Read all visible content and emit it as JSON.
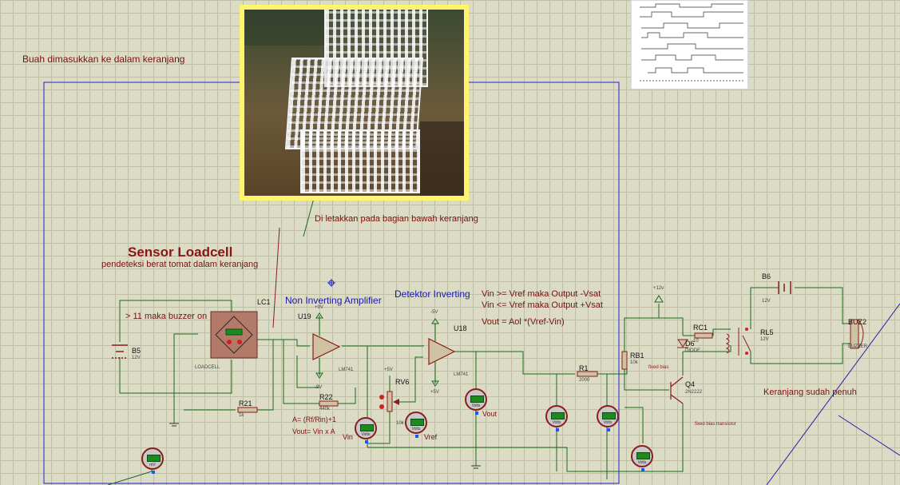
{
  "annotations": {
    "basket_note": "Buah dimasukkan ke dalam keranjang",
    "placement_note": "Di letakkan pada bagian bawah keranjang",
    "sensor_title": "Sensor Loadcell",
    "sensor_subtitle": "pendeteksi berat tomat dalam keranjang",
    "buzzer_threshold": "> 11 maka buzzer on",
    "noninv_title": "Non Inverting Amplifier",
    "detector_title": "Detektor Inverting",
    "comparator_rule1": "Vin >= Vref maka Output -Vsat",
    "comparator_rule2": "Vin <= Vref  maka Output +Vsat",
    "vout_formula": "Vout = Aol *(Vref-Vin)",
    "gain_formula1": "A= (Rf/Rin)+1",
    "gain_formula2": "Vout= Vin x A",
    "full_note": "Keranjang sudah penuh",
    "vin_label": "Vin",
    "vref_label": "Vref",
    "vout_label": "Vout"
  },
  "components": {
    "b5": {
      "ref": "B5",
      "value": "12V"
    },
    "lc1": {
      "ref": "LC1",
      "type": "LOADCELL"
    },
    "u19": {
      "ref": "U19",
      "type": "LM741",
      "vpos": "+9V",
      "vneg": "-9V"
    },
    "u18": {
      "ref": "U18",
      "type": "LM741",
      "vpos": "-5V",
      "vneg": "+5V"
    },
    "r21": {
      "ref": "R21",
      "value": "1k"
    },
    "r22": {
      "ref": "R22",
      "value": "440k"
    },
    "rv6": {
      "ref": "RV6",
      "value": "10k",
      "supply": "+5V"
    },
    "r1": {
      "ref": "R1",
      "value": "2000"
    },
    "rb1": {
      "ref": "RB1",
      "value": "10k"
    },
    "rc1": {
      "ref": "RC1",
      "value": "10"
    },
    "d6": {
      "ref": "D6",
      "type": "DIODE"
    },
    "q4": {
      "ref": "Q4",
      "type": "2N2222"
    },
    "rl5": {
      "ref": "RL5",
      "value": "12V"
    },
    "b6": {
      "ref": "B6",
      "value": "12V"
    },
    "buz2": {
      "ref": "BUZ2",
      "type": "BUZZER"
    },
    "vcc": {
      "label": "+12v"
    },
    "fixed_bias": "fixed bias",
    "fixed_bias_transistor": "fixed bias transistor"
  },
  "meters": {
    "mv": {
      "unit": "mV"
    },
    "volts": {
      "unit": "Volts"
    }
  },
  "colors": {
    "wire": "#1a6a1a",
    "component": "#8a1e1e",
    "annotation": "#7a1111",
    "title_blue": "#1818b0",
    "frame": "#2222cc",
    "photo_border": "#fff46e"
  }
}
